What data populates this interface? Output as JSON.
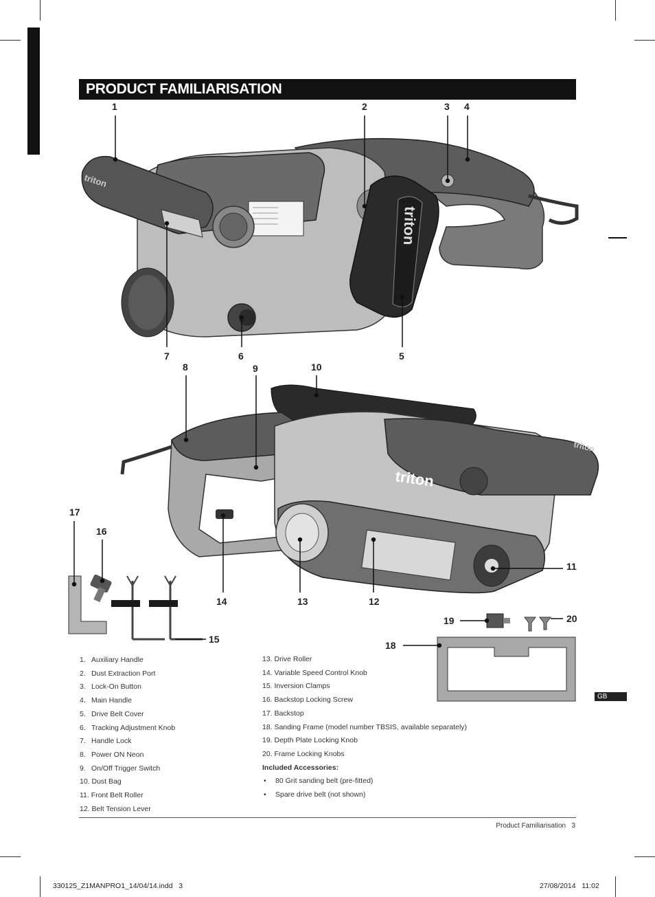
{
  "header": {
    "title": "PRODUCT FAMILIARISATION"
  },
  "callouts": [
    "1",
    "2",
    "3",
    "4",
    "5",
    "6",
    "7",
    "8",
    "9",
    "10",
    "11",
    "12",
    "13",
    "14",
    "15",
    "16",
    "17",
    "18",
    "19",
    "20"
  ],
  "parts_list_left": [
    {
      "num": "1.",
      "label": "Auxiliary Handle"
    },
    {
      "num": "2.",
      "label": "Dust Extraction Port"
    },
    {
      "num": "3.",
      "label": "Lock-On Button"
    },
    {
      "num": "4.",
      "label": "Main Handle"
    },
    {
      "num": "5.",
      "label": "Drive Belt Cover"
    },
    {
      "num": "6.",
      "label": "Tracking Adjustment Knob"
    },
    {
      "num": "7.",
      "label": "Handle Lock"
    },
    {
      "num": "8.",
      "label": "Power ON Neon"
    },
    {
      "num": "9.",
      "label": "On/Off Trigger Switch"
    },
    {
      "num": "",
      "label": "10. Dust Bag"
    },
    {
      "num": "",
      "label": "11. Front Belt Roller"
    },
    {
      "num": "",
      "label": "12. Belt Tension Lever"
    }
  ],
  "parts_list_right": [
    "13. Drive Roller",
    "14. Variable Speed Control Knob",
    "15. Inversion Clamps",
    "16. Backstop Locking Screw",
    "17. Backstop",
    "18. Sanding Frame (model number TBSIS, available separately)",
    "19. Depth Plate Locking Knob",
    "20. Frame Locking Knobs"
  ],
  "included": {
    "heading": "Included Accessories:",
    "items": [
      "80 Grit sanding belt (pre-fitted)",
      "Spare drive belt (not shown)"
    ]
  },
  "brand_logo": "triton",
  "footer": {
    "section": "Product Familiarisation",
    "page": "3",
    "tab": "GB",
    "slug_left": "330125_Z1MANPRO1_14/04/14.indd   3",
    "slug_right": "27/08/2014   11:02"
  }
}
